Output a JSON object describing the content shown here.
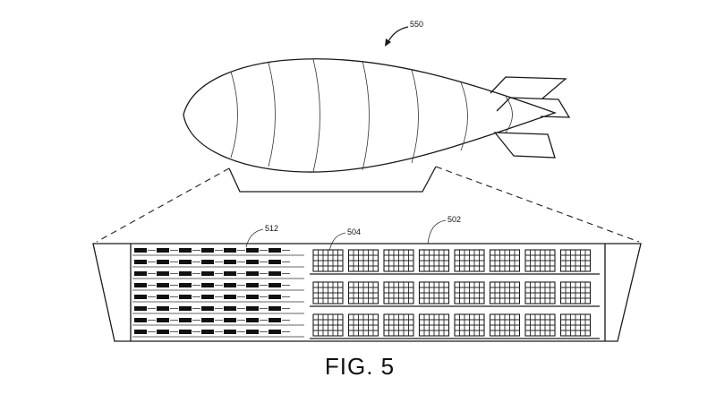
{
  "figure": {
    "caption": "FIG. 5",
    "refs": {
      "airship": "550",
      "storage_area": "512",
      "bin": "504",
      "shelving": "502"
    }
  }
}
